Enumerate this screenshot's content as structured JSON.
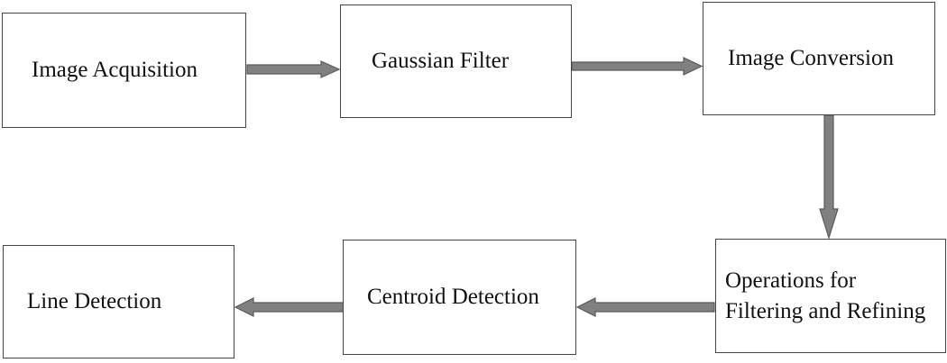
{
  "diagram": {
    "nodes": {
      "image_acquisition": "Image Acquisition",
      "gaussian_filter": "Gaussian Filter",
      "image_conversion": "Image Conversion",
      "operations_line1": "Operations for",
      "operations_line2": "Filtering and Refining",
      "centroid_detection": "Centroid Detection",
      "line_detection": "Line Detection"
    },
    "edges": [
      {
        "from": "Image Acquisition",
        "to": "Gaussian Filter"
      },
      {
        "from": "Gaussian Filter",
        "to": "Image Conversion"
      },
      {
        "from": "Image Conversion",
        "to": "Operations for Filtering and Refining"
      },
      {
        "from": "Operations for Filtering and Refining",
        "to": "Centroid Detection"
      },
      {
        "from": "Centroid Detection",
        "to": "Line Detection"
      }
    ],
    "colors": {
      "border": "#444444",
      "arrow_fill": "#808080",
      "arrow_stroke": "#5a5a5a",
      "text": "#111111"
    }
  }
}
